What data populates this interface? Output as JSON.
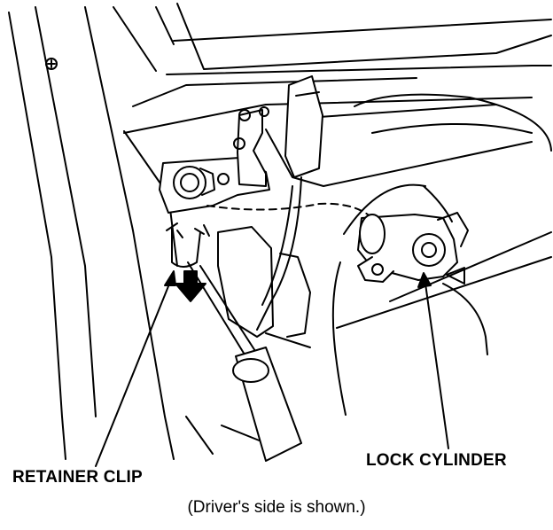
{
  "diagram": {
    "labels": {
      "retainer_clip": "RETAINER CLIP",
      "lock_cylinder": "LOCK CYLINDER"
    },
    "caption": "(Driver's side is shown.)",
    "colors": {
      "ink": "#000000",
      "paper": "#ffffff",
      "shade": "#d9d9d9"
    }
  }
}
